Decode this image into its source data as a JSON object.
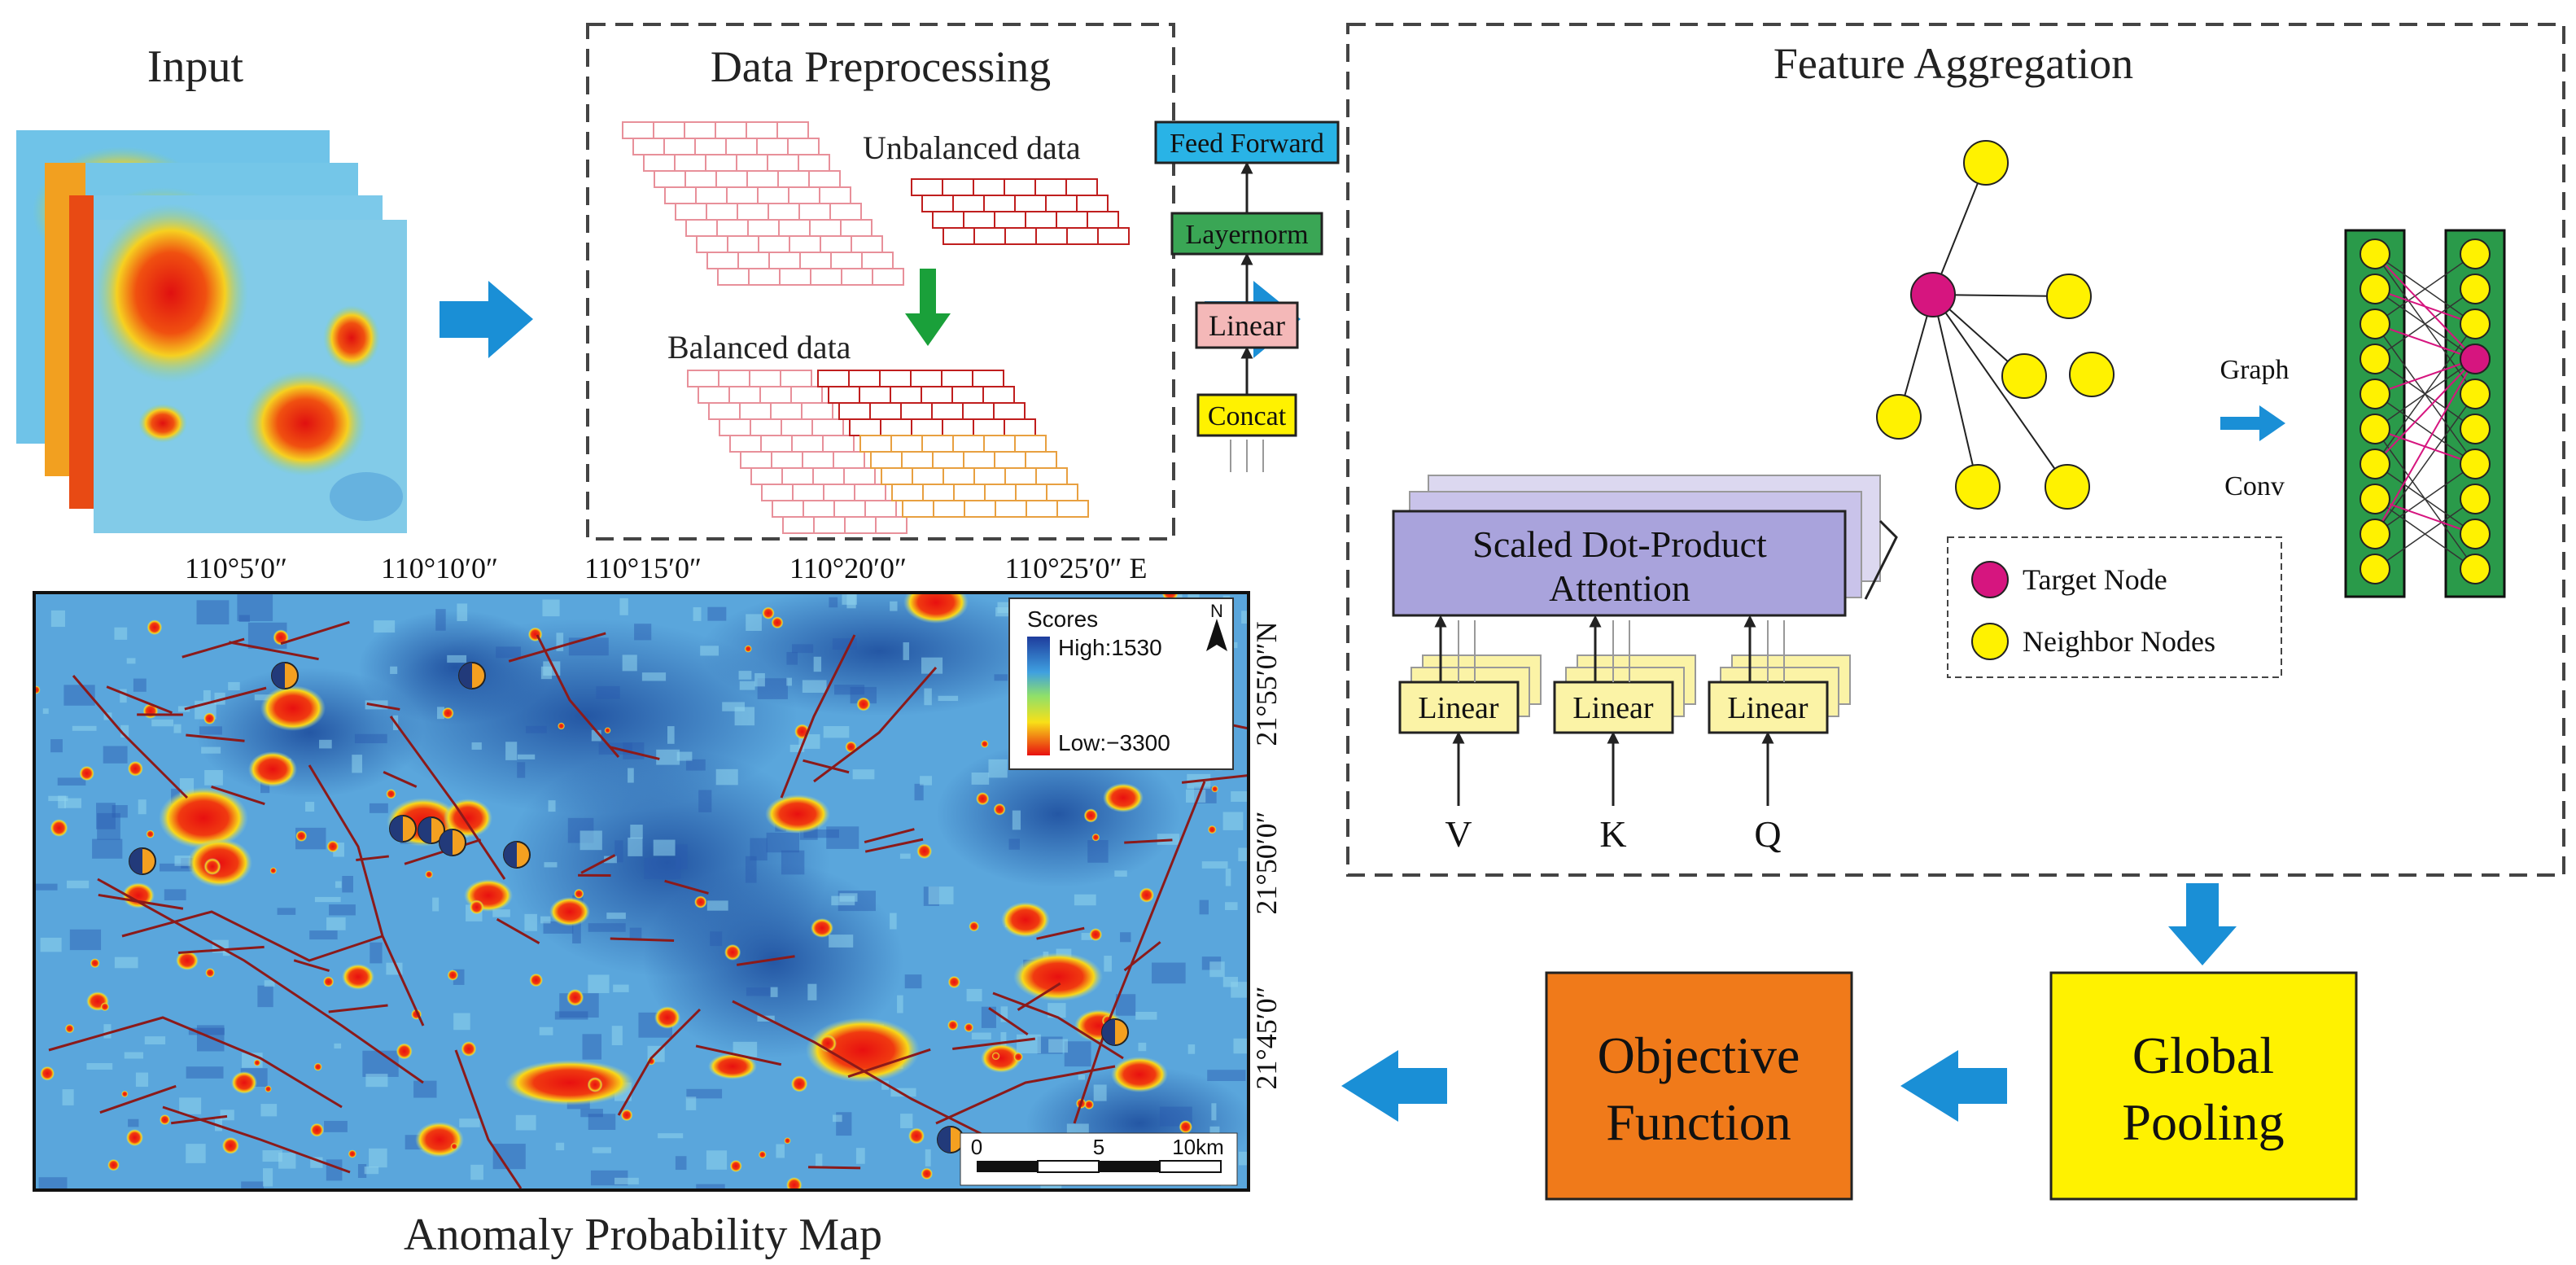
{
  "sections": {
    "input": "Input",
    "preprocessing": "Data Preprocessing",
    "aggregation": "Feature Aggregation",
    "map_title": "Anomaly Probability Map"
  },
  "preprocessing": {
    "unbalanced": "Unbalanced data",
    "balanced": "Balanced data"
  },
  "transformer": {
    "feed_forward": "Feed Forward",
    "layernorm": "Layernorm",
    "linear_top": "Linear",
    "concat": "Concat",
    "attention_line1": "Scaled Dot-Product",
    "attention_line2": "Attention",
    "linear_v": "Linear",
    "linear_k": "Linear",
    "linear_q": "Linear",
    "v": "V",
    "k": "K",
    "q": "Q"
  },
  "graph": {
    "legend_target": "Target Node",
    "legend_neighbor": "Neighbor Nodes",
    "conv_label_1": "Graph",
    "conv_label_2": "Conv"
  },
  "blocks": {
    "global_pooling_1": "Global",
    "global_pooling_2": "Pooling",
    "objective_1": "Objective",
    "objective_2": "Function"
  },
  "map": {
    "top_ticks": [
      "110°5′0″",
      "110°10′0″",
      "110°15′0″",
      "110°20′0″",
      "110°25′0″ E"
    ],
    "right_ticks": [
      "21°55′0″N",
      "21°50′0″",
      "21°45′0″"
    ],
    "legend_title": "Scores",
    "legend_high": "High:1530",
    "legend_low": "Low:−3300",
    "north": "N",
    "scale_0": "0",
    "scale_5": "5",
    "scale_10": "10km"
  },
  "colors": {
    "arrow": "#1a8fd6",
    "down_arrow": "#1aa03a",
    "feed_forward": "#29b3e6",
    "layernorm": "#3aa655",
    "linear_pink": "#f4b8b8",
    "concat": "#fff200",
    "attention": "#a9a3dc",
    "linear_small": "#fbf3a6",
    "node_target": "#d6157f",
    "node_neighbor": "#fff200",
    "gcn_bar": "#2a9a4a",
    "global_pooling": "#fff200",
    "objective": "#f07a1a",
    "map_base": "#5aa6dc"
  }
}
